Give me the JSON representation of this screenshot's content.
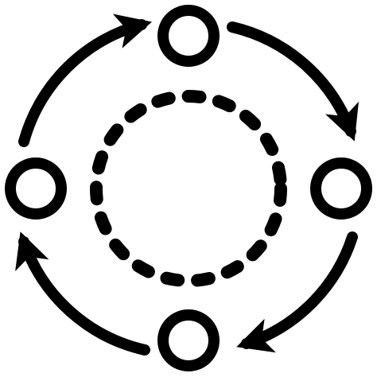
{
  "icon": {
    "name": "cycle-process-icon",
    "stroke_color": "#000000",
    "fill_color": "#ffffff",
    "background_color": "#ffffff",
    "nodes": [
      "top",
      "right",
      "bottom",
      "left"
    ],
    "arrows": [
      "top-right",
      "bottom-right",
      "bottom-left",
      "top-left"
    ],
    "center": "dashed-circle"
  }
}
